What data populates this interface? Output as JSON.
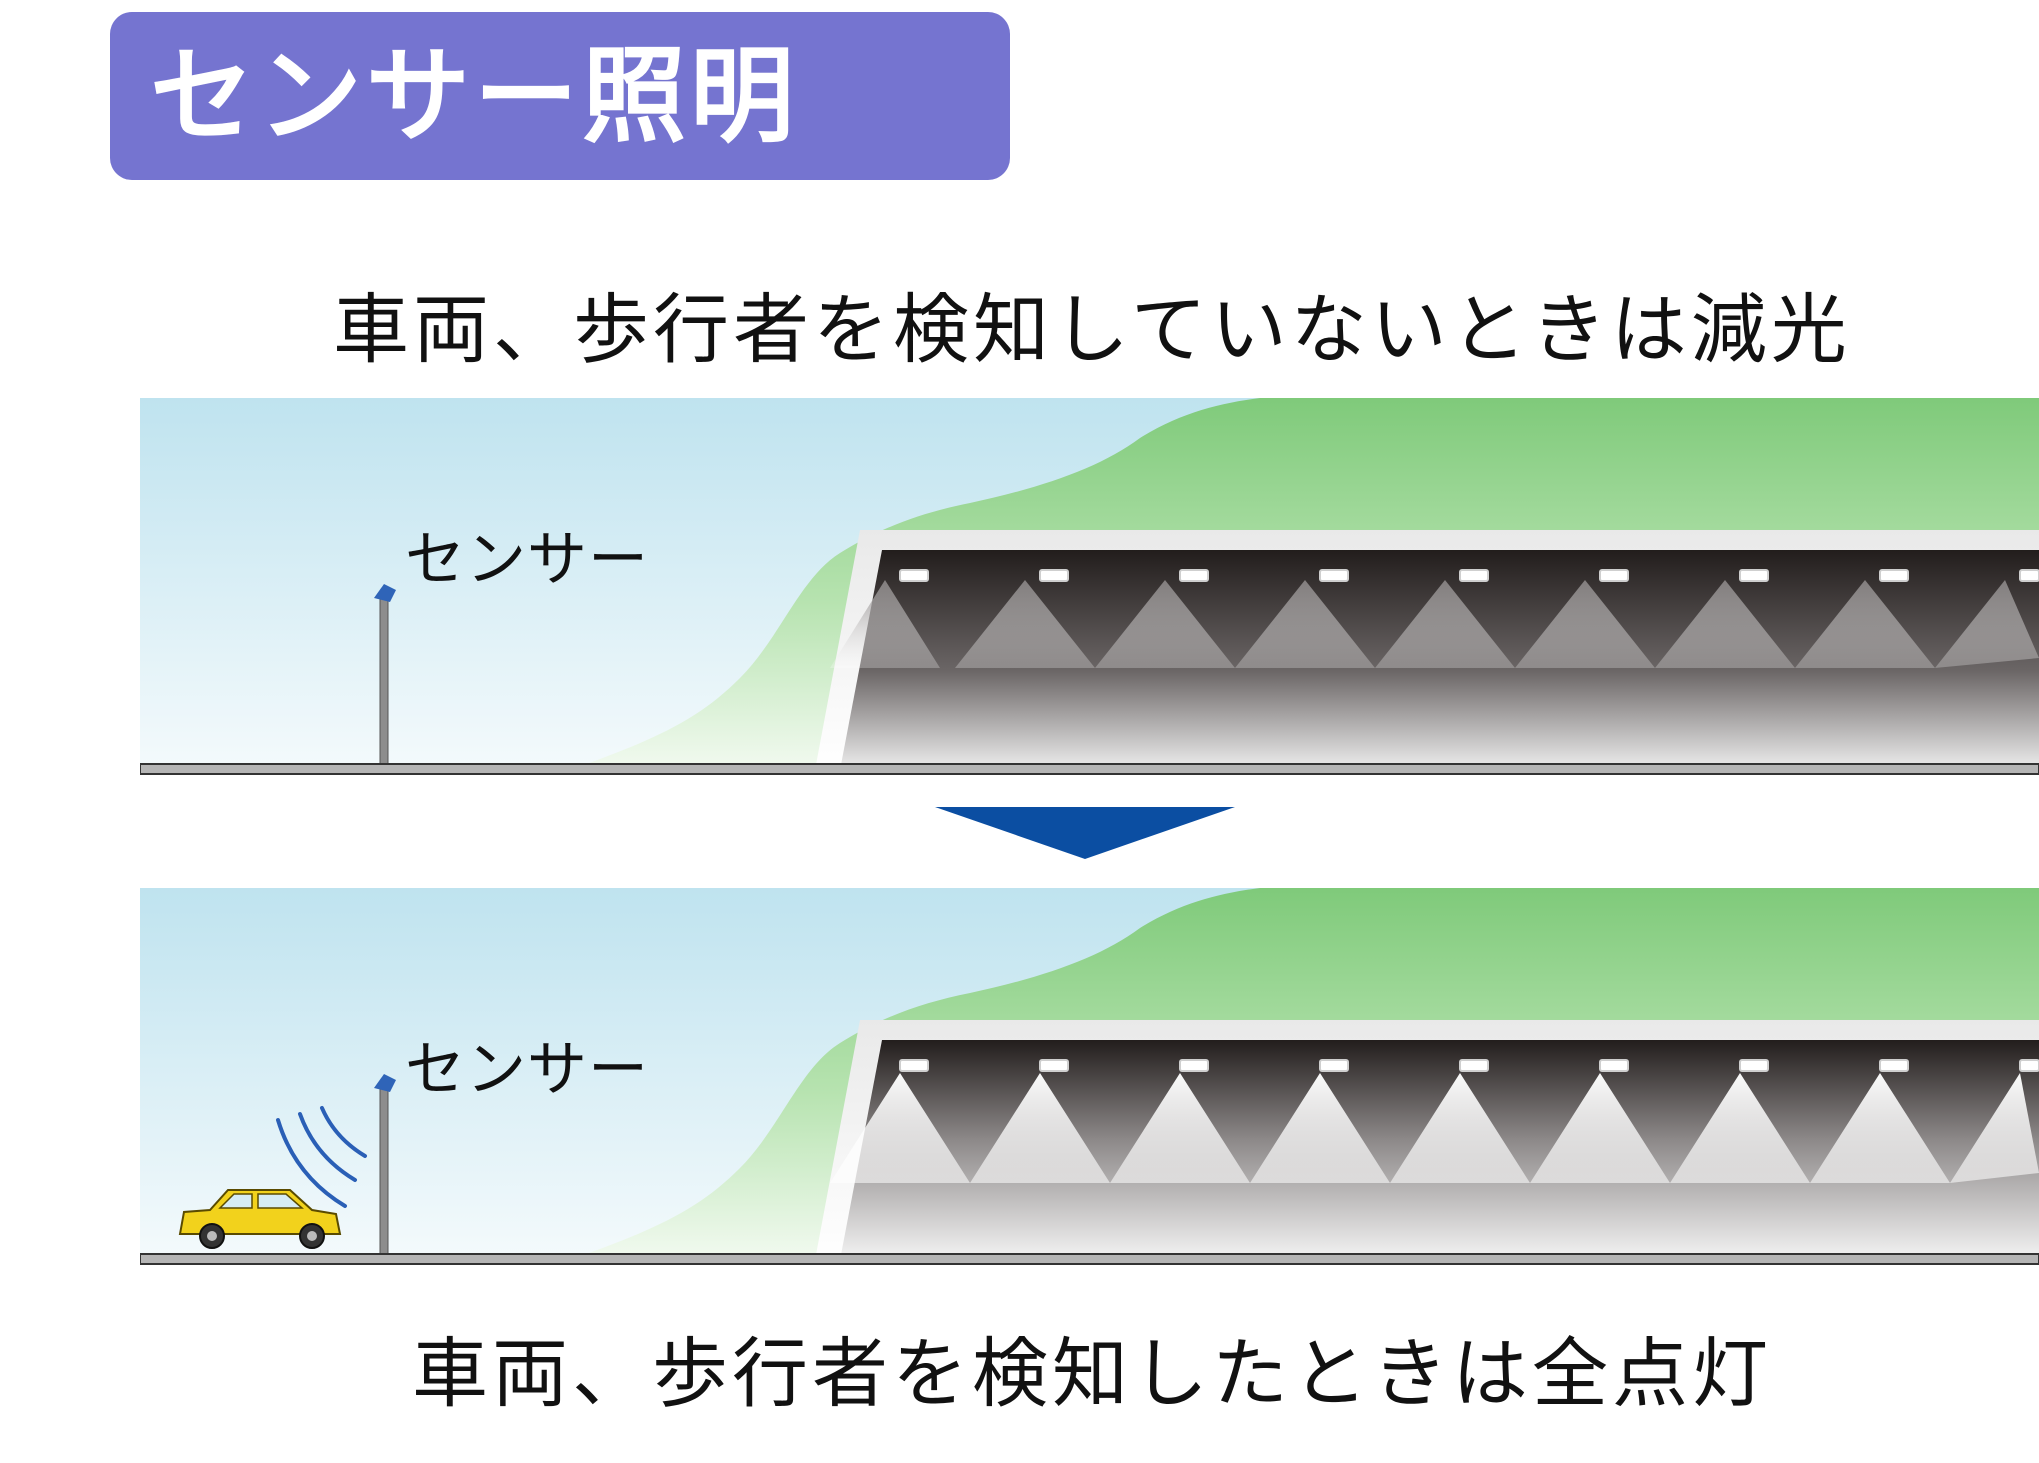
{
  "title": "センサー照明",
  "caption_top": "車両、歩行者を検知していないときは減光",
  "caption_bottom": "車両、歩行者を検知したときは全点灯",
  "sensor_label_top": "センサー",
  "sensor_label_bottom": "センサー",
  "colors": {
    "banner": "#7574d0",
    "sky_top": "#bfe3ef",
    "hill_green": "#8fd18a",
    "tunnel_interior": "#2c2624",
    "arrow": "#0b4ea2",
    "car": "#f2d21c"
  },
  "scene_top": {
    "state": "dimmed"
  },
  "scene_bottom": {
    "state": "full-lit"
  }
}
